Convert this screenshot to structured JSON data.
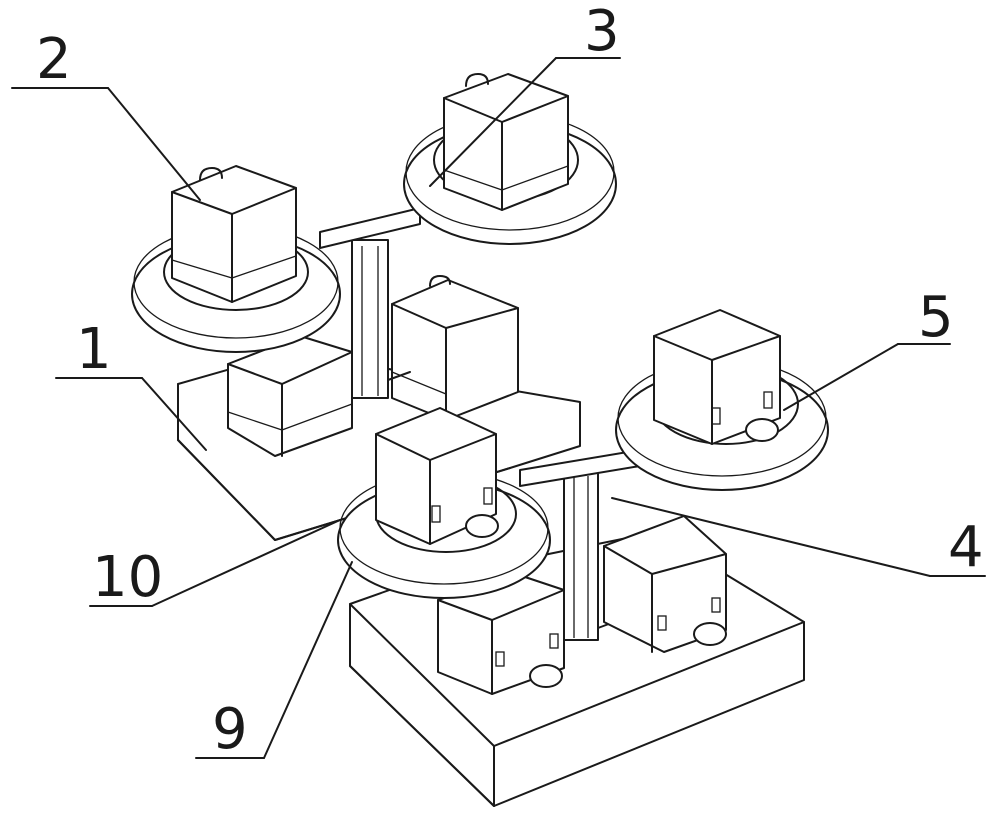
{
  "labels": {
    "l1": "1",
    "l2": "2",
    "l3": "3",
    "l4": "4",
    "l5": "5",
    "l9": "9",
    "l10": "10"
  },
  "colors": {
    "stroke": "#1a1a1a",
    "background": "#ffffff"
  }
}
